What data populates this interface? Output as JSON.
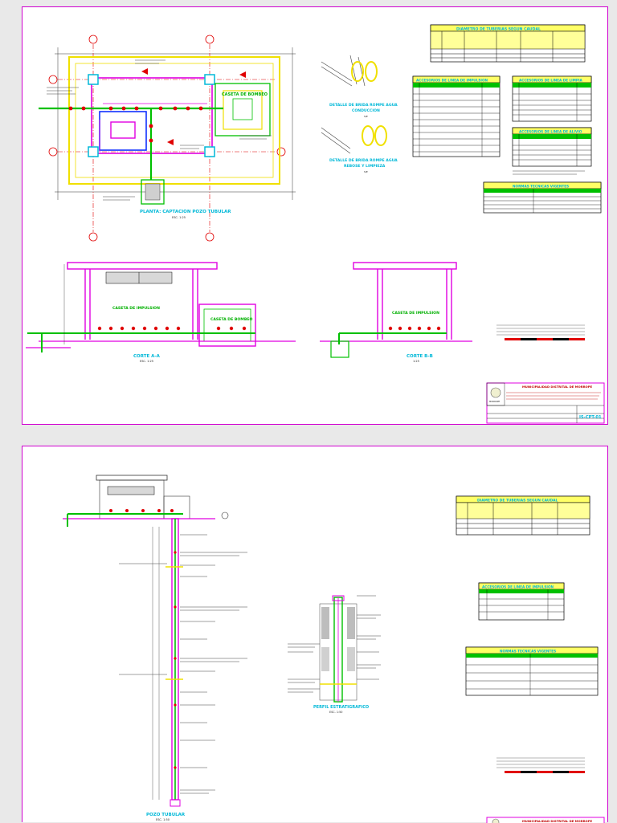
{
  "sheet1": {
    "plan_title": "PLANTA: CAPTACION POZO TUBULAR",
    "plan_scale": "ESC. 1:25",
    "caseta_bombeo_label": "CASETA DE BOMBEO",
    "detail1_title": "DETALLE DE BRIDA ROMPE AGUA",
    "detail1_sub": "CONDUCCION",
    "detail1_scale": "S/E",
    "detail2_title": "DETALLE DE BRIDA ROMPE AGUA",
    "detail2_sub": "REBOSE Y LIMPIEZA",
    "detail2_scale": "S/E",
    "corte_a_title": "CORTE A-A",
    "corte_a_scale": "ESC. 1:25",
    "corte_b_title": "CORTE B-B",
    "corte_b_scale": "1:25",
    "caseta_impulsion_a": "CASETA DE IMPULSION",
    "caseta_bombeo_a": "CASETA DE BOMBEO",
    "caseta_impulsion_b": "CASETA DE IMPULSION",
    "tables": {
      "diametro": "DIAMETRO DE TUBERIAS SEGUN CAUDAL",
      "acc_impulsion": "ACCESORIOS DE LINEA DE IMPULSION",
      "acc_limpia": "ACCESORIOS DE LINEA DE LIMPIA",
      "acc_alivio": "ACCESORIOS DE LINEA DE ALIVIO",
      "normas": "NORMAS TECNICAS VIGENTES"
    },
    "title_block": {
      "entity": "MUNICIPALIDAD DISTRITAL DE MORROPE",
      "sheet_code": "IS-CPT-01",
      "shield_label": "MORROPE"
    }
  },
  "sheet2": {
    "pozo_title": "POZO TUBULAR",
    "pozo_scale": "ESC. 1:50",
    "perfil_title": "PERFIL ESTRATIGRAFICO",
    "perfil_scale": "ESC. 1:50",
    "tables": {
      "diametro": "DIAMETRO DE TUBERIAS SEGUN CAUDAL",
      "acc_impulsion": "ACCESORIOS DE LINEA DE IMPULSION",
      "normas": "NORMAS TECNICAS VIGENTES"
    },
    "title_block": {
      "entity": "MUNICIPALIDAD DISTRITAL DE MORROPE"
    }
  },
  "colors": {
    "border": "#d000d0",
    "magenta": "#e000e0",
    "cyan": "#00b8d8",
    "green": "#00c000",
    "yellow": "#f0e000",
    "red": "#e00000",
    "blue": "#1030ff"
  }
}
